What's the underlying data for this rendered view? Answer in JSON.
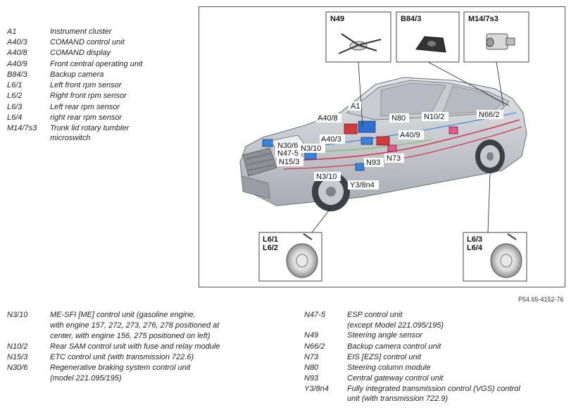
{
  "legend_top": [
    {
      "code": "A1",
      "desc": "Instrument cluster"
    },
    {
      "code": "A40/3",
      "desc": "COMAND control unit"
    },
    {
      "code": "A40/8",
      "desc": "COMAND display"
    },
    {
      "code": "A40/9",
      "desc": "Front central operating unit"
    },
    {
      "code": "B84/3",
      "desc": "Backup camera"
    },
    {
      "code": "L6/1",
      "desc": "Left front rpm sensor"
    },
    {
      "code": "L6/2",
      "desc": "Right front rpm sensor"
    },
    {
      "code": "L6/3",
      "desc": "Left rear rpm sensor"
    },
    {
      "code": "L6/4",
      "desc": "right rear rpm sensor"
    },
    {
      "code": "M14/7s3",
      "desc": "Trunk lid rotary tumbler",
      "desc2": "microswitch"
    }
  ],
  "legend_bottom_left": [
    {
      "code": "N3/10",
      "lines": [
        "ME-SFI [ME] control unit (gasoline engine,",
        "with engine 157, 272, 273, 276, 278 positioned at",
        "center, with engine 156, 275 positioned on left)"
      ]
    },
    {
      "code": "N10/2",
      "lines": [
        "Rear SAM control unit with fuse and relay module"
      ]
    },
    {
      "code": "N15/3",
      "lines": [
        "ETC control unit (with transmission 722.6)"
      ]
    },
    {
      "code": "N30/6",
      "lines": [
        "Regenerative braking system control unit",
        "(model 221.095/195)"
      ]
    }
  ],
  "legend_bottom_right": [
    {
      "code": "N47-5",
      "lines": [
        "ESP control unit",
        "(except Model 221.095/195)"
      ]
    },
    {
      "code": "N49",
      "lines": [
        "Steering angle sensor"
      ]
    },
    {
      "code": "N66/2",
      "lines": [
        "Backup camera control unit"
      ]
    },
    {
      "code": "N73",
      "lines": [
        "EIS [EZS] control unit"
      ]
    },
    {
      "code": "N80",
      "lines": [
        "Steering column module"
      ]
    },
    {
      "code": "N93",
      "lines": [
        "Central gateway control unit"
      ]
    },
    {
      "code": "Y3/8n4",
      "lines": [
        "Fully integrated transmission control (VGS) control",
        "unit (with transmission 722.9)"
      ]
    }
  ],
  "figure": {
    "reference": "P54.65-4152-76",
    "insets": {
      "n49": "N49",
      "b84": "B84/3",
      "m14": "M14/7s3",
      "front_l1": "L6/1",
      "front_l2": "L6/2",
      "rear_l1": "L6/3",
      "rear_l2": "L6/4"
    },
    "callouts": {
      "a1": "A1",
      "a40_8": "A40/8",
      "n80": "N80",
      "n10_2": "N10/2",
      "n66_2": "N66/2",
      "a40_9": "A40/9",
      "a40_3": "A40/3",
      "n30_6": "N30/6",
      "n47_5": "N47-5",
      "n3_10_top": "N3/10",
      "n73": "N73",
      "n15_3": "N15/3",
      "n93": "N93",
      "n3_10_bottom": "N3/10",
      "y3_8n4": "Y3/8n4"
    }
  }
}
